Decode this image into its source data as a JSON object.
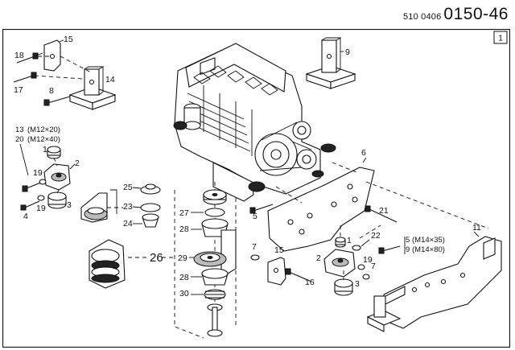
{
  "header": {
    "code_small": "510 0406",
    "code_big": "0150-46"
  },
  "page_box": "1",
  "callouts": {
    "c1a": "1",
    "c1b": "1",
    "c2a": "2",
    "c2b": "2",
    "c3a": "3",
    "c3b": "3",
    "c4": "4",
    "c5a": "5",
    "c5b": "5",
    "c6": "6",
    "c7a": "7",
    "c7b": "7",
    "c8": "8",
    "c9": "9",
    "c9b": "9",
    "c11": "11",
    "c13": "13",
    "c13spec": "(M12×20)",
    "c14": "14",
    "c15a": "15",
    "c15b": "15",
    "c16": "16",
    "c17": "17",
    "c18": "18",
    "c19a": "19",
    "c19b": "19",
    "c19c": "19",
    "c20": "20",
    "c20spec": "(M12×40)",
    "c21": "21",
    "c22": "22",
    "c23": "23",
    "c24": "24",
    "c25": "25",
    "c26": "26",
    "c27": "27",
    "c28a": "28",
    "c28b": "28",
    "c29": "29",
    "c30": "30",
    "spec5": "(M14×35)",
    "spec9": "(M14×80)"
  }
}
